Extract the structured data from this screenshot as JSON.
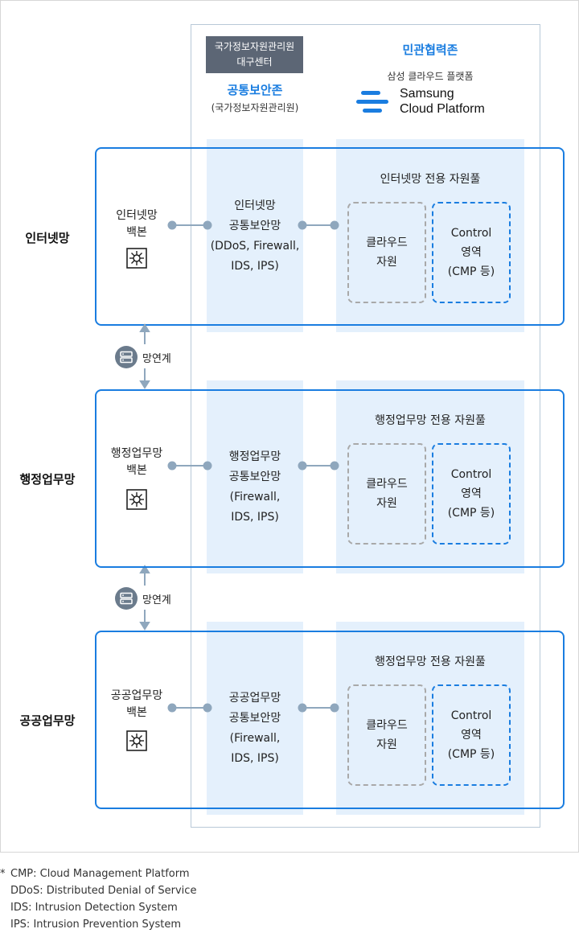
{
  "gov_center": {
    "line1": "국가정보자원관리원",
    "line2": "대구센터"
  },
  "public_zone": {
    "title": "공통보안존",
    "subtitle": "(국가정보자원관리원)"
  },
  "private_zone": {
    "title": "민관협력존",
    "subtitle": "삼성 클라우드 플랫폼",
    "logo_line1": "Samsung",
    "logo_line2": "Cloud Platform"
  },
  "colors": {
    "accent": "#1a7de0",
    "column_bg": "#e4f0fc",
    "gov_box": "#5c6675",
    "connector": "#8fa7bd",
    "dashed_gray": "#a9a9a9"
  },
  "networks": [
    {
      "label": "인터넷망",
      "backbone": [
        "인터넷망",
        "백본"
      ],
      "security": [
        "인터넷망",
        "공통보안망",
        "(DDoS, Firewall,",
        "IDS, IPS)"
      ],
      "pool_title": "인터넷망 전용 자원풀",
      "cloud": [
        "클라우드",
        "자원"
      ],
      "control": [
        "Control",
        "영역",
        "(CMP 등)"
      ]
    },
    {
      "label": "행정업무망",
      "backbone": [
        "행정업무망",
        "백본"
      ],
      "security": [
        "행정업무망",
        "공통보안망",
        "(Firewall,",
        "IDS, IPS)"
      ],
      "pool_title": "행정업무망 전용 자원풀",
      "cloud": [
        "클라우드",
        "자원"
      ],
      "control": [
        "Control",
        "영역",
        "(CMP 등)"
      ]
    },
    {
      "label": "공공업무망",
      "backbone": [
        "공공업무망",
        "백본"
      ],
      "security": [
        "공공업무망",
        "공통보안망",
        "(Firewall,",
        "IDS, IPS)"
      ],
      "pool_title": "행정업무망 전용 자원풀",
      "cloud": [
        "클라우드",
        "자원"
      ],
      "control": [
        "Control",
        "영역",
        "(CMP 등)"
      ]
    }
  ],
  "links": [
    {
      "label": "망연계"
    },
    {
      "label": "망연계"
    }
  ],
  "footnotes": [
    {
      "mark": "*",
      "text": "CMP: Cloud Management Platform"
    },
    {
      "mark": "",
      "text": "DDoS: Distributed Denial of Service"
    },
    {
      "mark": "",
      "text": "IDS: Intrusion Detection System"
    },
    {
      "mark": "",
      "text": "IPS: Intrusion Prevention System"
    }
  ]
}
